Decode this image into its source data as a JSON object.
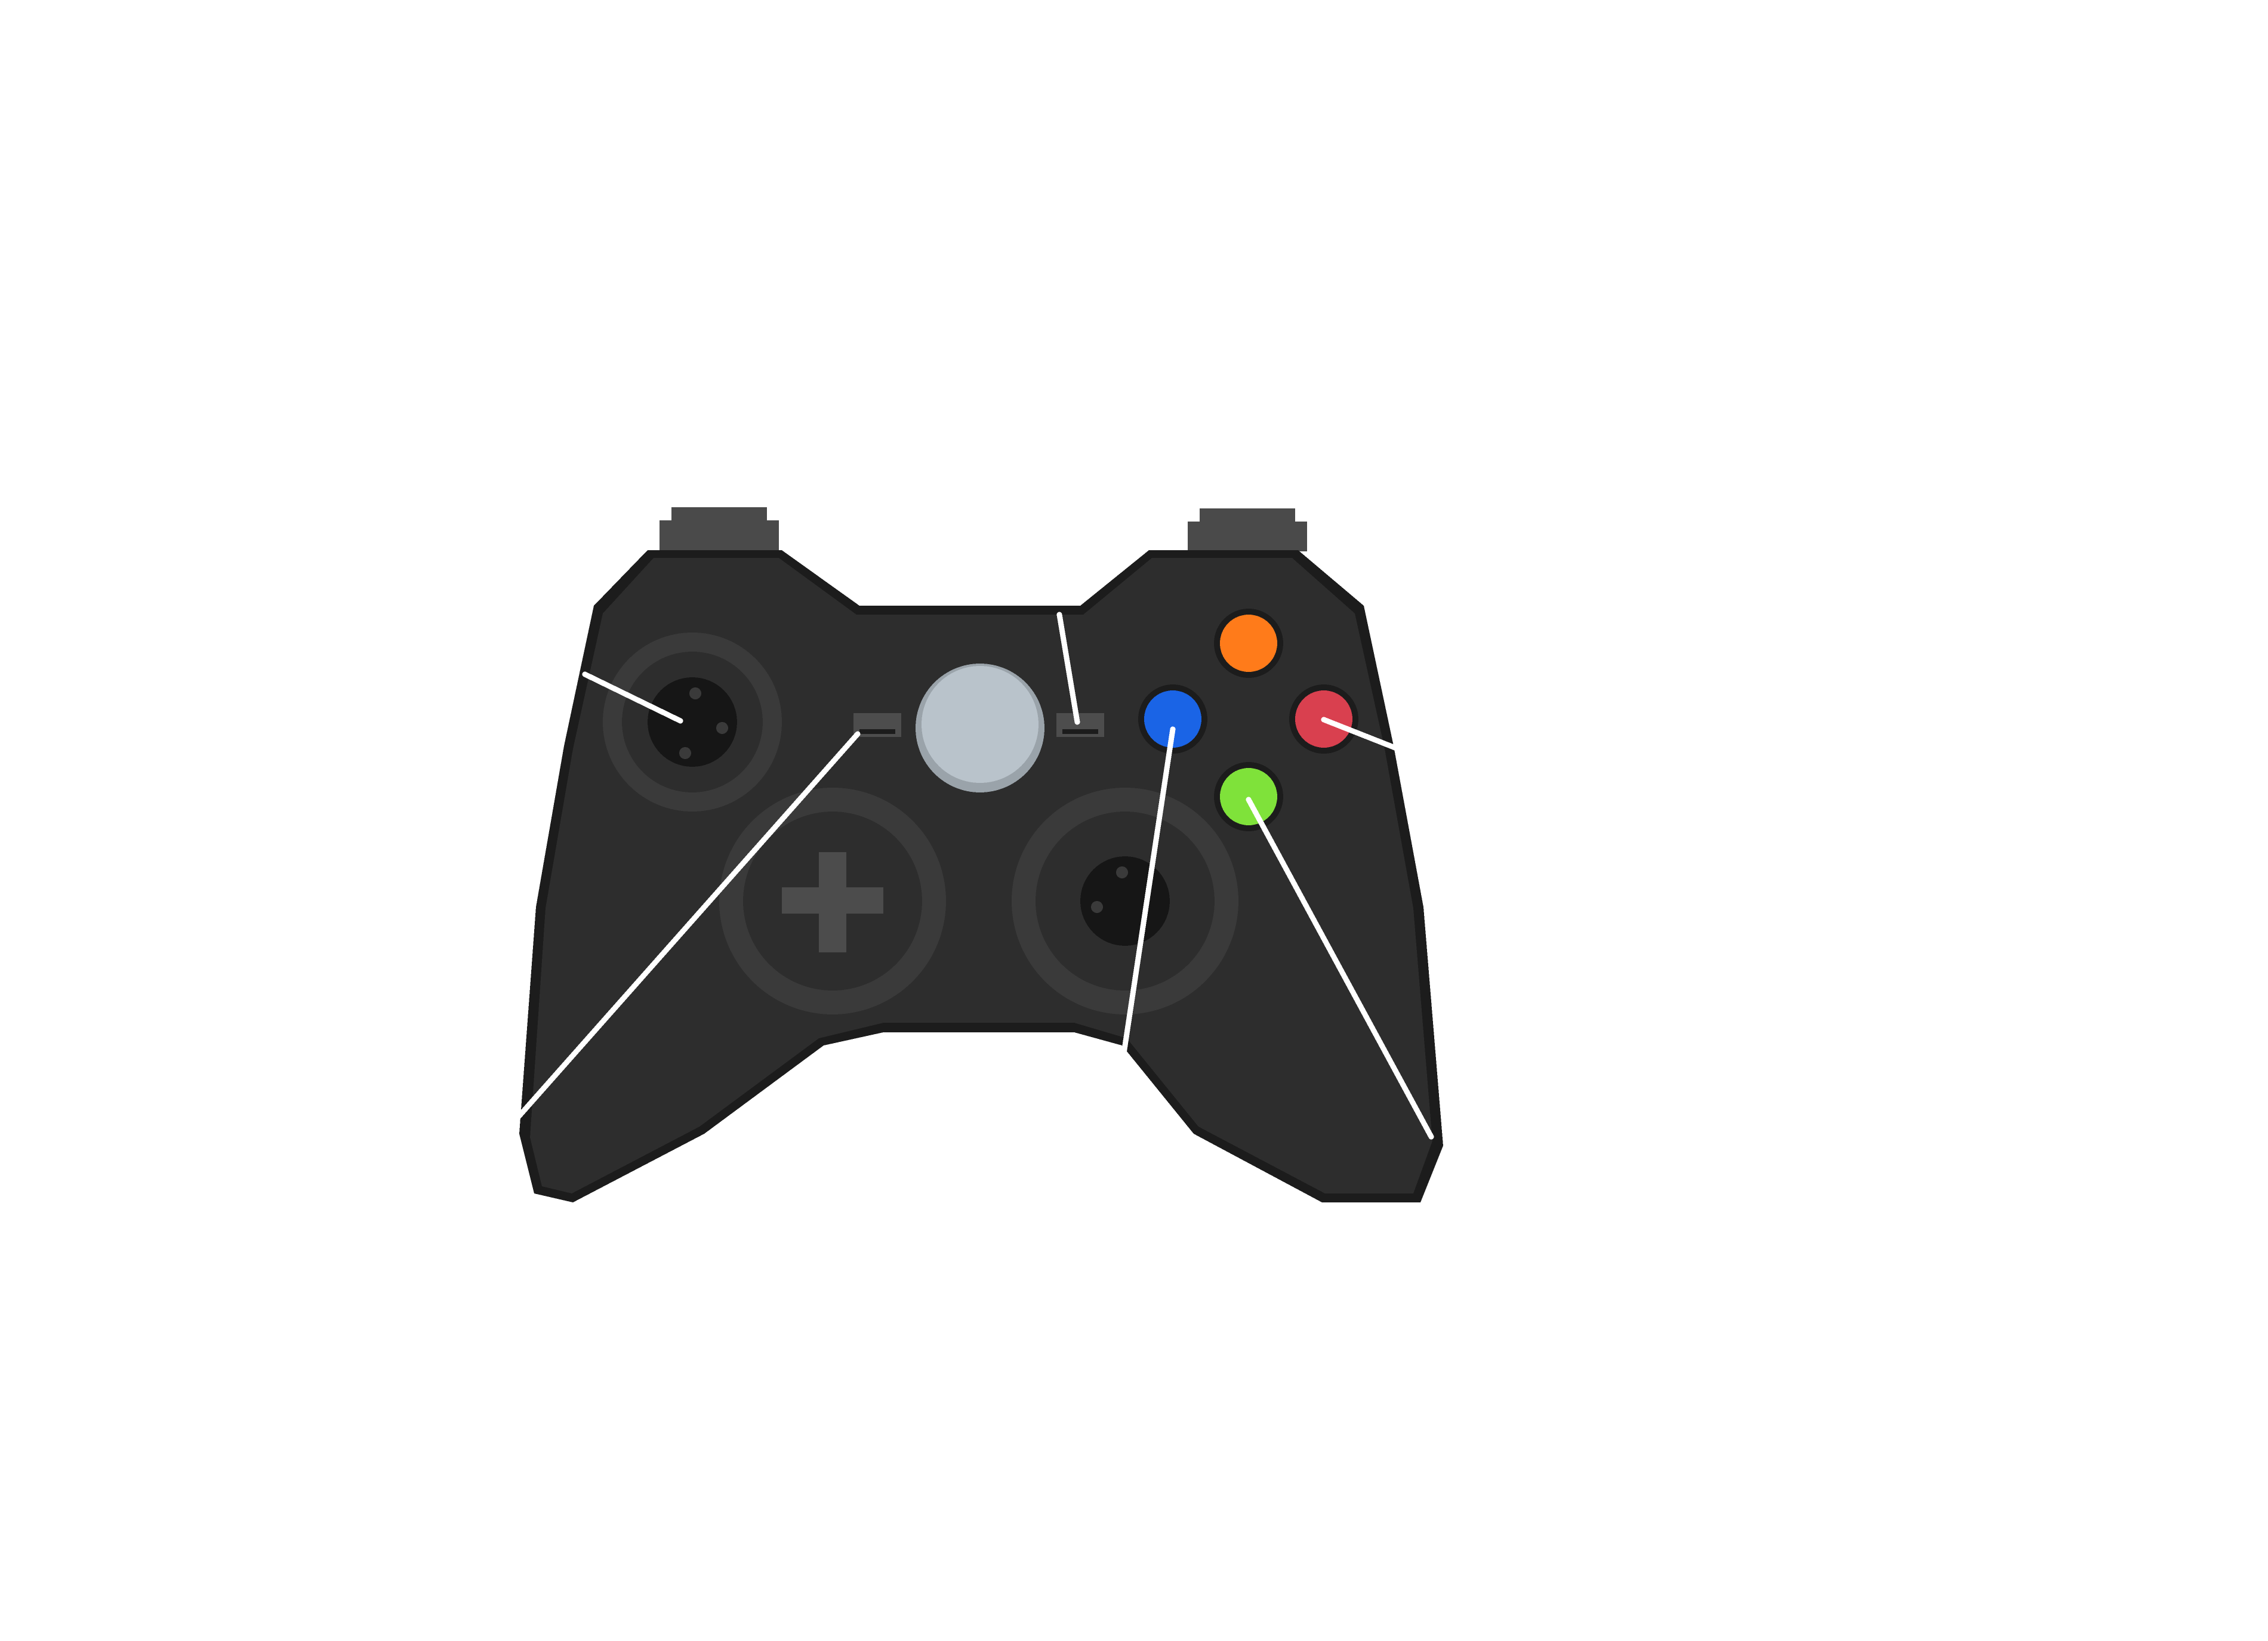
{
  "scene": {
    "subject": "gamepad",
    "style": "pixel-art",
    "background_color": "#ffffff",
    "body_color": "#2d2d2d",
    "outline_color": "#1c1c1c",
    "ring_color": "#3a3a3a",
    "bumper_color": "#4a4a4a",
    "stick_color": "#161616",
    "dpad_color": "#4c4c4c",
    "guide_button_color": "#b9c3cb",
    "guide_button_edge_color": "#9aa3aa",
    "small_button_color": "#4d4d4d",
    "callout_line_color": "#ffffff",
    "face_buttons": [
      {
        "name": "top-button",
        "color": "#ff7b1a"
      },
      {
        "name": "left-button",
        "color": "#1a64e6"
      },
      {
        "name": "right-button",
        "color": "#d9404f"
      },
      {
        "name": "bottom-button",
        "color": "#7fe23a"
      }
    ],
    "callout_count": 6
  }
}
